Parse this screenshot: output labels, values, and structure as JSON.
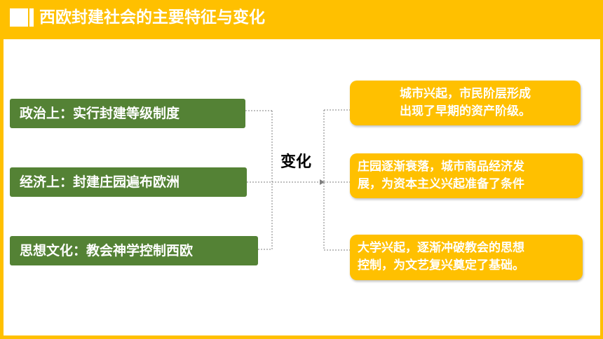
{
  "header": {
    "title": "西欧封建社会的主要特征与变化"
  },
  "features": [
    {
      "label": "政治上：实行封建等级制度"
    },
    {
      "label": "经济上：封建庄园遍布欧洲"
    },
    {
      "label": "思想文化：教会神学控制西欧"
    }
  ],
  "center_label": "变化",
  "changes": [
    {
      "line1": "城市兴起，市民阶层形成",
      "line2": "出现了早期的资产阶级。"
    },
    {
      "line1": "庄园逐渐衰落，城市商品经济发",
      "line2": "展，为资本主义兴起准备了条件"
    },
    {
      "line1": "大学兴起，逐渐冲破教会的思想",
      "line2": "控制，为文艺复兴奠定了基础。"
    }
  ]
}
